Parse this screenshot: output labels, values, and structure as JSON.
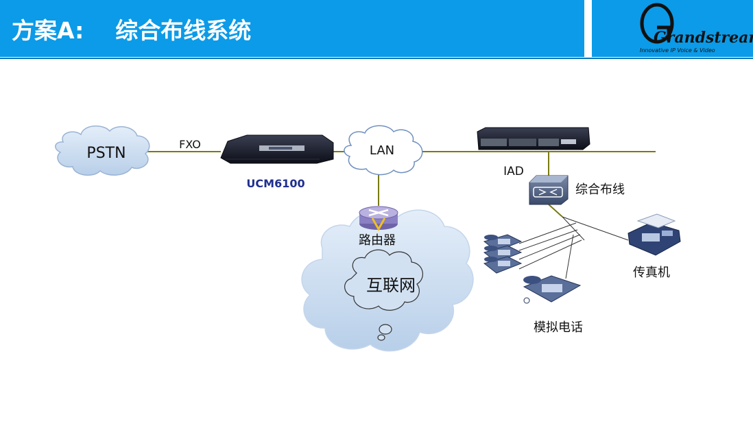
{
  "header": {
    "title": "方案A:    综合布线系统",
    "logo_text": "Grandstream",
    "logo_tagline": "Innovative IP Voice & Video"
  },
  "diagram": {
    "pstn_label": "PSTN",
    "fxo_label": "FXO",
    "ucm_label": "UCM6100",
    "lan_label": "LAN",
    "iad_label": "IAD",
    "cabling_label": "综合布线",
    "router_label": "路由器",
    "internet_label": "互联网",
    "fax_label": "传真机",
    "analog_phone_label": "模拟电话"
  },
  "colors": {
    "header_blue": "#0b9be8",
    "line_olive": "#7a7a10",
    "cloud_fill": "#c9dbef",
    "ucm_label_color": "#1f2f8f"
  }
}
